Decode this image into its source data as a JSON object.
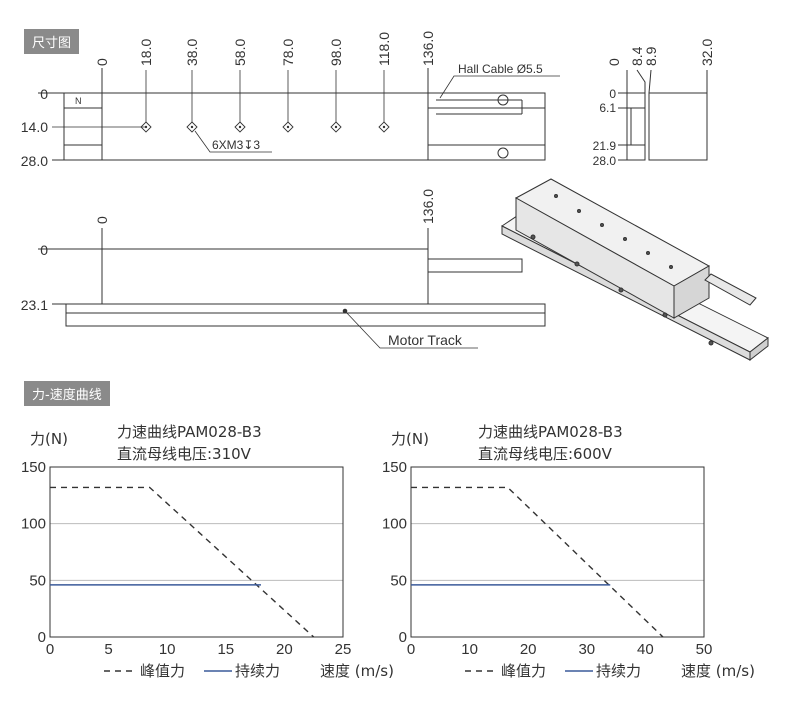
{
  "section_dimensions": "尺寸图",
  "section_curves": "力-速度曲线",
  "top_view": {
    "x_labels": [
      "0",
      "18.0",
      "38.0",
      "58.0",
      "78.0",
      "98.0",
      "118.0",
      "136.0"
    ],
    "y_labels": [
      "0",
      "14.0",
      "28.0"
    ],
    "magnet_mark": "N",
    "hall_cable": "Hall Cable  Ø5.5",
    "holes": "6XM3↧3"
  },
  "end_view": {
    "x_labels": [
      "0",
      "8.4",
      "8.9",
      "32.0"
    ],
    "y_labels": [
      "0",
      "6.1",
      "21.9",
      "28.0"
    ]
  },
  "side_view": {
    "x_labels": [
      "0",
      "136.0"
    ],
    "y_labels": [
      "0",
      "23.1"
    ],
    "track_label": "Motor Track"
  },
  "colors": {
    "peak": "#333333",
    "continuous": "#3a5a9a",
    "grid": "#bbbbbb",
    "tag_bg": "#8a8a8a"
  },
  "chart_data": [
    {
      "type": "line",
      "title": "力速曲线PAM028-B3",
      "subtitle": "直流母线电压:310V",
      "ylabel": "力(N)",
      "xlabel": "速度 (m/s)",
      "xlim": [
        0,
        25
      ],
      "ylim": [
        0,
        150
      ],
      "xticks": [
        0,
        5,
        10,
        15,
        20,
        25
      ],
      "yticks": [
        0,
        50,
        100,
        150
      ],
      "series": [
        {
          "name": "峰值力",
          "style": "dashed",
          "x": [
            0,
            8.5,
            22.5
          ],
          "y": [
            132,
            132,
            0
          ]
        },
        {
          "name": "持续力",
          "style": "solid",
          "x": [
            0,
            18
          ],
          "y": [
            46,
            46
          ]
        }
      ]
    },
    {
      "type": "line",
      "title": "力速曲线PAM028-B3",
      "subtitle": "直流母线电压:600V",
      "ylabel": "力(N)",
      "xlabel": "速度 (m/s)",
      "xlim": [
        0,
        50
      ],
      "ylim": [
        0,
        150
      ],
      "xticks": [
        0,
        10,
        20,
        30,
        40,
        50
      ],
      "yticks": [
        0,
        50,
        100,
        150
      ],
      "series": [
        {
          "name": "峰值力",
          "style": "dashed",
          "x": [
            0,
            16.5,
            43
          ],
          "y": [
            132,
            132,
            0
          ]
        },
        {
          "name": "持续力",
          "style": "solid",
          "x": [
            0,
            34
          ],
          "y": [
            46,
            46
          ]
        }
      ]
    }
  ]
}
